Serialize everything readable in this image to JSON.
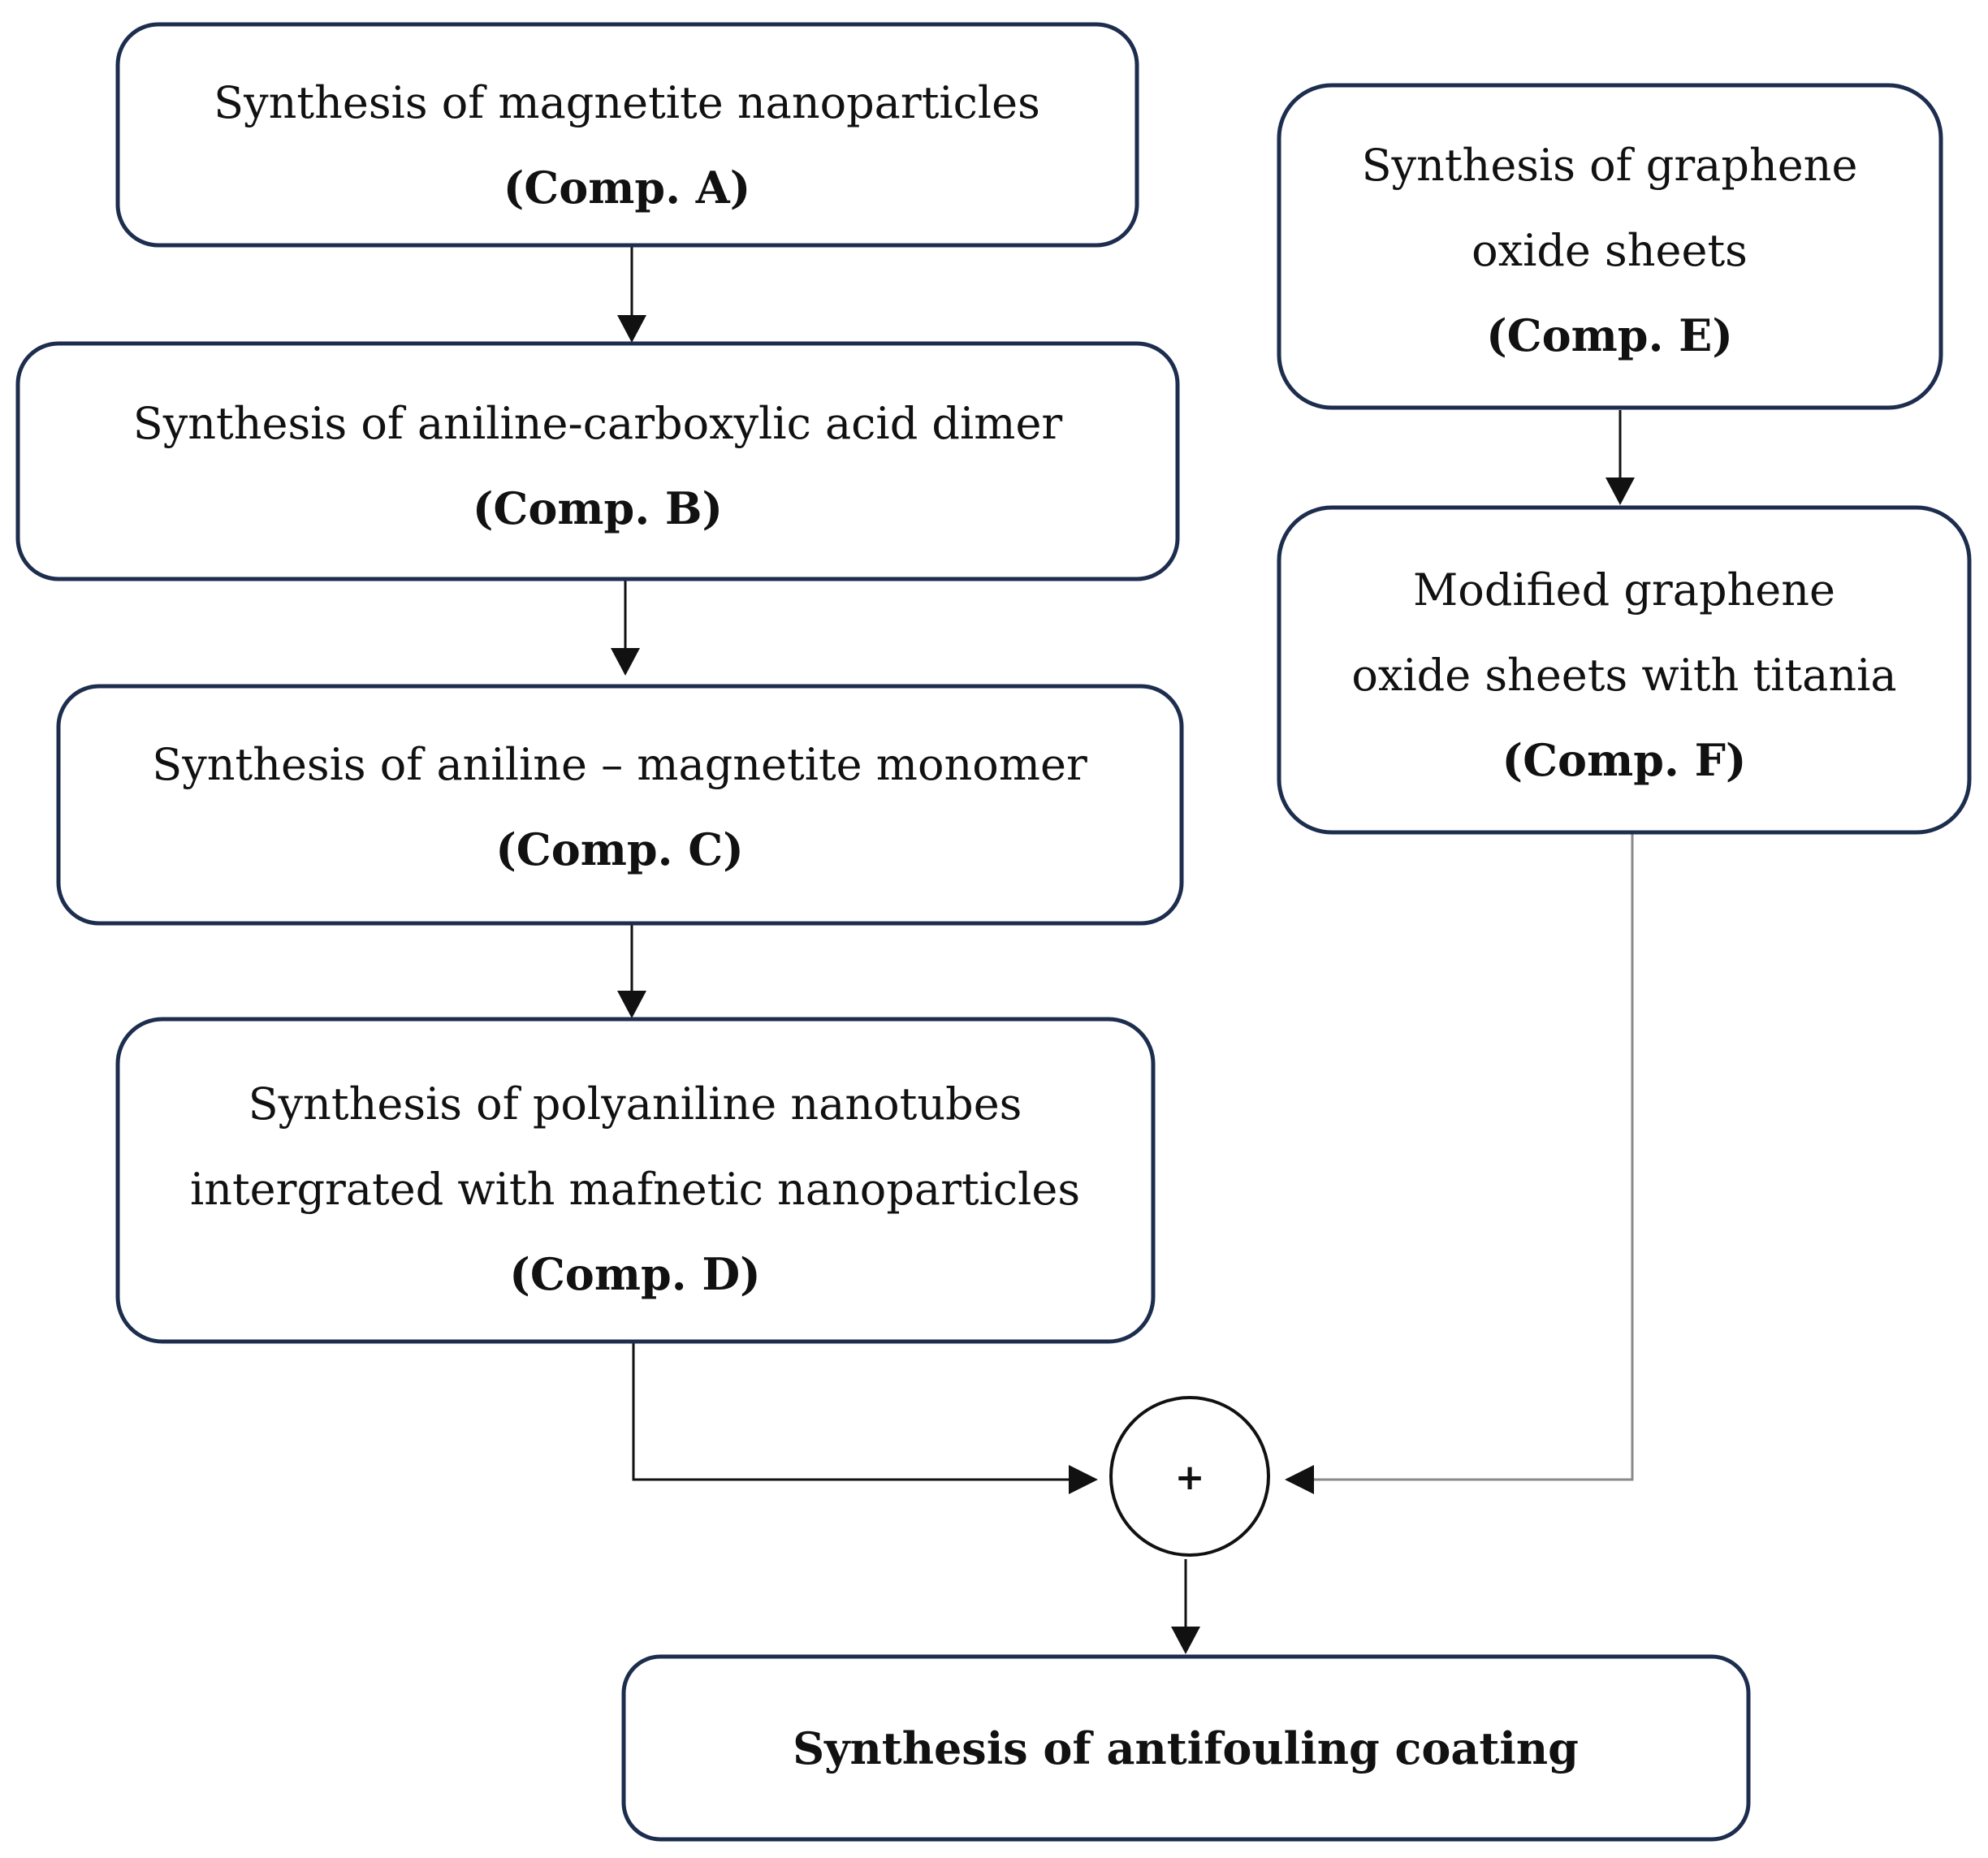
{
  "nodes": {
    "a": {
      "line1": "Synthesis of magnetite nanoparticles",
      "tag": "(Comp. A)"
    },
    "b": {
      "line1": "Synthesis of aniline-carboxylic acid dimer",
      "tag": "(Comp. B)"
    },
    "c": {
      "line1": "Synthesis of aniline – magnetite monomer",
      "tag": "(Comp. C)"
    },
    "d": {
      "line1": "Synthesis of polyaniline nanotubes",
      "line2": "intergrated with mafnetic nanoparticles",
      "tag": "(Comp. D)"
    },
    "e": {
      "line1": "Synthesis of graphene",
      "line2": "oxide sheets",
      "tag": "(Comp. E)"
    },
    "f": {
      "line1": "Modified graphene",
      "line2": "oxide sheets with titania",
      "tag": "(Comp. F)"
    },
    "g": {
      "line1": "Synthesis of antifouling coating"
    }
  },
  "junction": {
    "symbol": "+"
  },
  "colors": {
    "box_border": "#1d2d4e",
    "connector": "#111111",
    "connector_right": "#8a8a8a"
  }
}
